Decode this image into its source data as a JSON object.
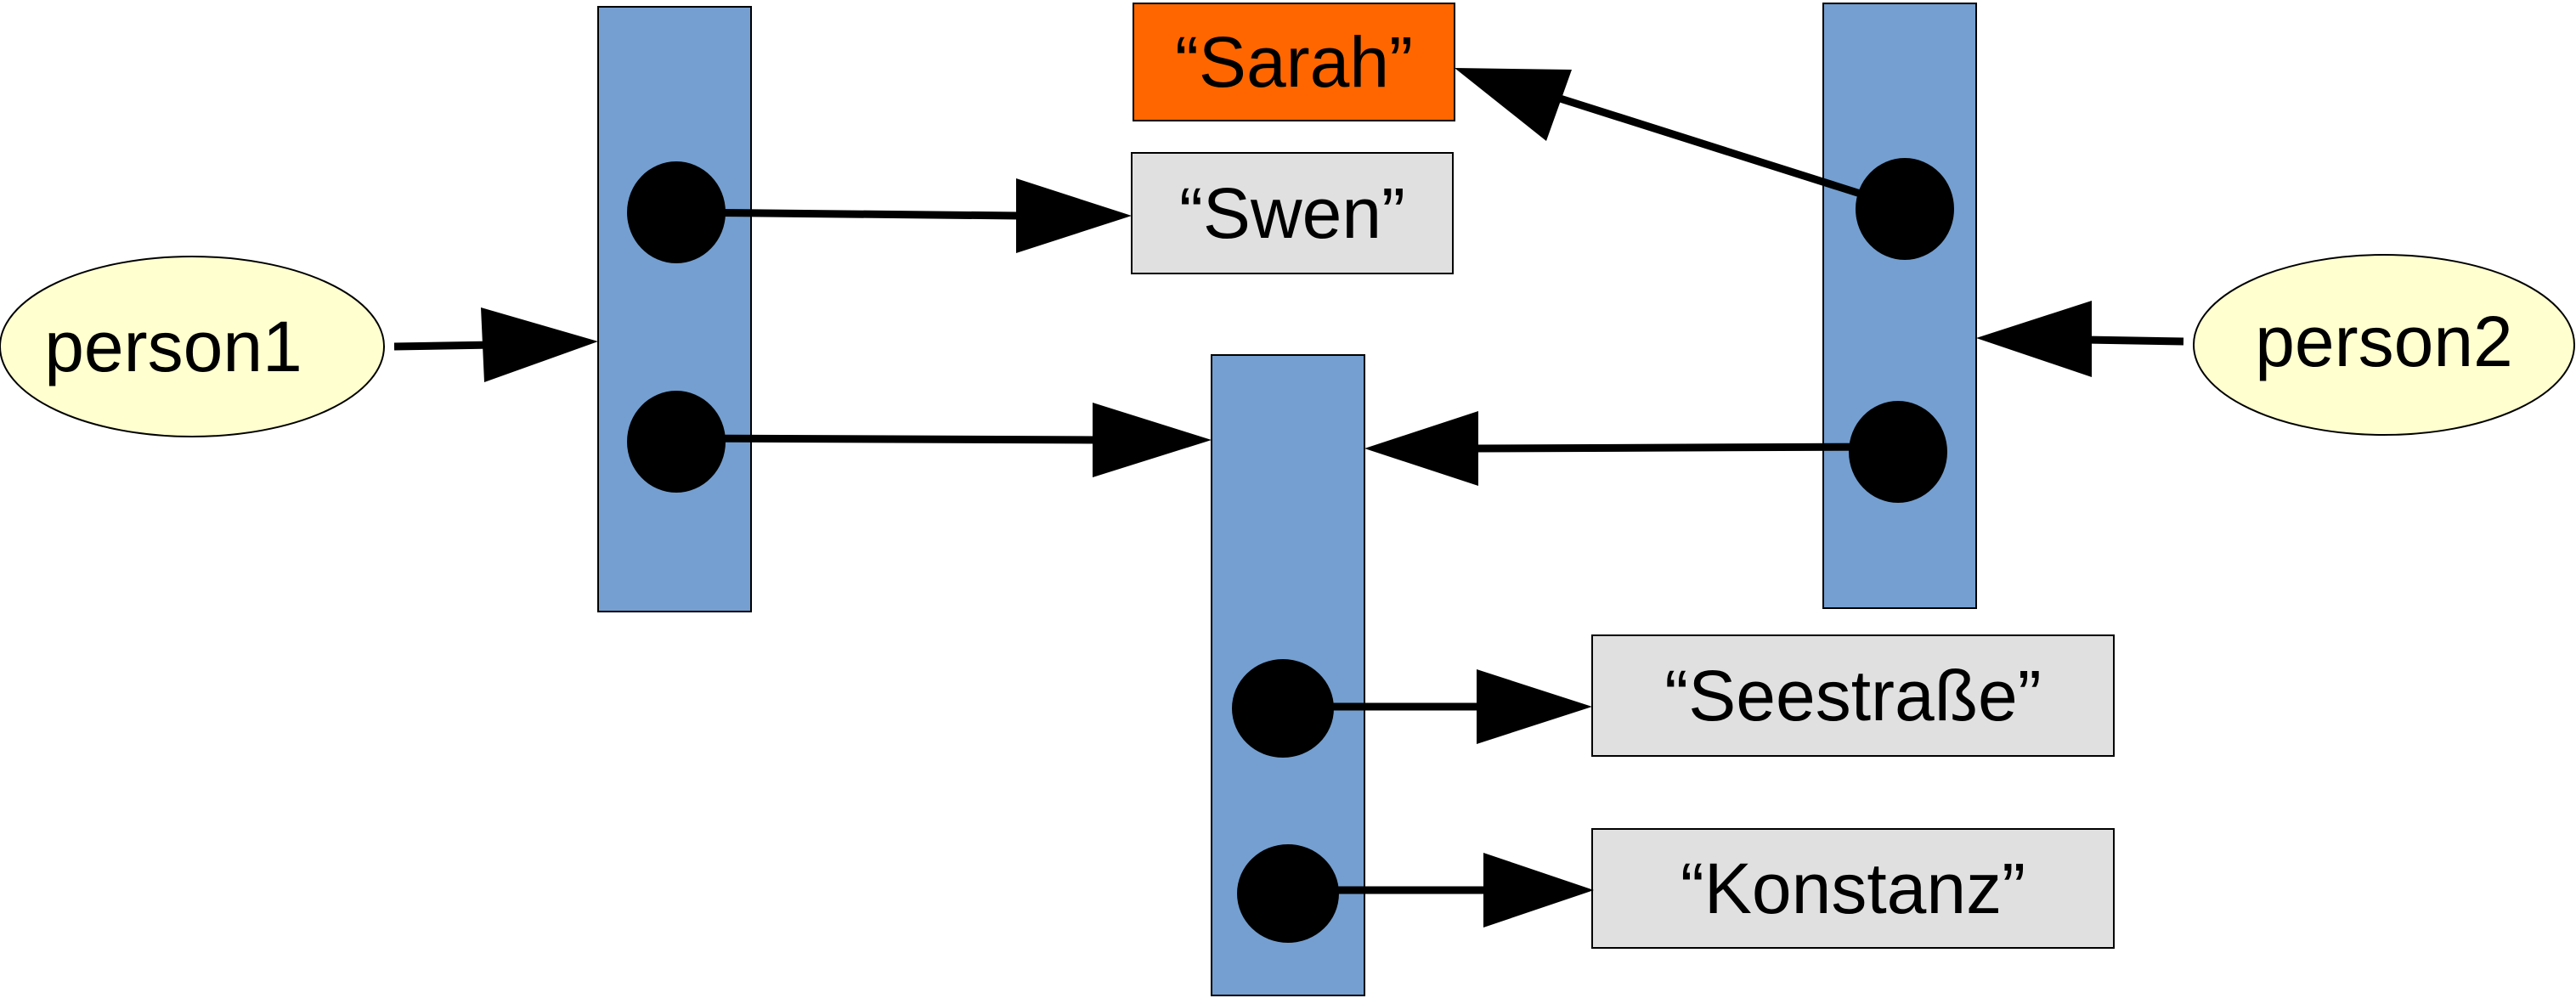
{
  "colors": {
    "object_fill": "#749fd0",
    "variable_fill": "#ffffd0",
    "string_fill": "#e0e0e0",
    "highlight_fill": "#ff6600",
    "stroke": "#000000"
  },
  "variables": {
    "person1": "person1",
    "person2": "person2"
  },
  "strings": {
    "sarah": "“Sarah”",
    "swen": "“Swen”",
    "street": "“Seestraße”",
    "city": "“Konstanz”"
  }
}
